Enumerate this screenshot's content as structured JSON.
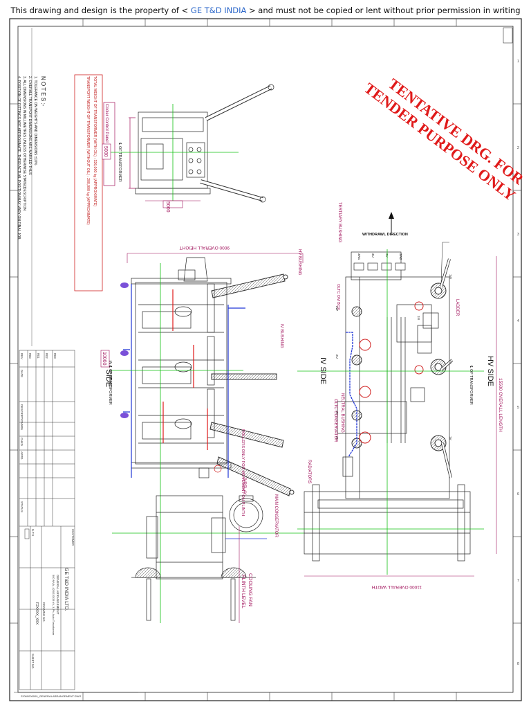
{
  "header": {
    "prefix": "This drawing and design is the property of < ",
    "company": "GE T&D INDIA",
    "suffix": " > and must not be copied or lent without prior permission in writing"
  },
  "stamp": {
    "line1": "TENTATIVE DRG. FOR",
    "line2": "TENDER PURPOSE ONLY"
  },
  "notes": {
    "heading": "N O T E S :-",
    "items": [
      "1.  TOLERANCE ON WEIGHTS AND DIMENSIONS ±10%",
      "2.  OVERALL TRANSPORT DIMENSIONS ARE MARKED THUS",
      "3.  ALL DIMENSIONS IN MILLIMETRES UNLESS OTHERWISE STATED.",
      "4.  POSITION OF FITTINGS ARE APPROXIMATE. THEIR ACTUAL POSITION MAY VARY ON FINAL JOB."
    ],
    "weights": [
      "TRANSPORT WEIGHT OF TRANSFORMER (WITHOUT OIL) : 200,000 kg (APPROXIMATE)",
      "TOTAL WEIGHT OF TRANSFORMER (WITH OIL) : 326,000 kg (APPROXIMATE)"
    ],
    "description": "DESCRIPTION"
  },
  "side_view": {
    "cooler_panel": "Cooler Control Panel",
    "center": "℄ OF TRANSFORMER",
    "dim_height": "5000",
    "dim_width": "5000"
  },
  "elevation": {
    "overall_height": "9000 OVERALL HEIGHT",
    "hv_bushing": "HV BUSHING",
    "iv_bushing": "IV BUSHING",
    "iv_side": "IV SIDE",
    "center": "℄ OF TRANSFORMER",
    "transport_dim": "10000",
    "rollers": "ROLLERS ONLY FOR MOVEMENT ON PLINTH",
    "brelay": "B/RELAY",
    "main_conservator": "MAIN CONSERVATOR",
    "cooling_fan": "COOLING FAN",
    "plinth_level": "PLINTH LEVEL"
  },
  "plan": {
    "tertiary_bushing": "TERTIARY BUSHING",
    "withdrawl": "WITHDRAWL DIRECTION",
    "oltc_om_box": "OLTC OM BOX",
    "ladder": "LADDER",
    "hv_side": "HV SIDE",
    "iv_side": "IV SIDE",
    "center": "℄ OF TRANSFORMER",
    "overall_length": "15500 OVERALL LENGTH",
    "neutral_bushing": "NEUTRAL BUSHING",
    "oltc_conservator": "OLTC CONSERVATOR",
    "radiators": "RADIATORS",
    "overall_width": "11000 OVERALL WIDTH",
    "terminals_top": [
      "3W1",
      "3U",
      "3V",
      "3W2"
    ],
    "terminal_labels": [
      "1W",
      "1U",
      "1V",
      "2W",
      "2U",
      "2V",
      "1N",
      "2N"
    ]
  },
  "title_block": {
    "company": "GE T&D INDIA LTD.",
    "title1": "GENERAL ARRANGEMENT",
    "title2": "500 MVA, 420/220/33 kV, 3-Ph. Auto Transformer",
    "drawing_label": "DRAWING NO.",
    "drawing_no": "F2XXXX_XXX",
    "file_name": "22060000000_GENERALARRANGEMENT.DWG",
    "rev_labels": [
      "REV.",
      "DATE",
      "DESCRIPTION",
      "DRN",
      "CHKD",
      "APPD"
    ],
    "rev_rows": [
      "R00",
      "R01",
      "R02",
      "R03"
    ],
    "scale": "N.T.S",
    "status": "STATUS",
    "customer": "CUSTOMER",
    "sheet": "SHEET NO."
  },
  "ref_marks": [
    "1",
    "2",
    "3",
    "4",
    "5",
    "6",
    "7",
    "8"
  ],
  "colors": {
    "magenta_dim": "#a0105a",
    "center_line": "#12c012",
    "earth_wire": "#1f35d6",
    "hv_red": "#e01818",
    "stamp_red": "#e01a1a",
    "ge_blue": "#2a66c9"
  }
}
